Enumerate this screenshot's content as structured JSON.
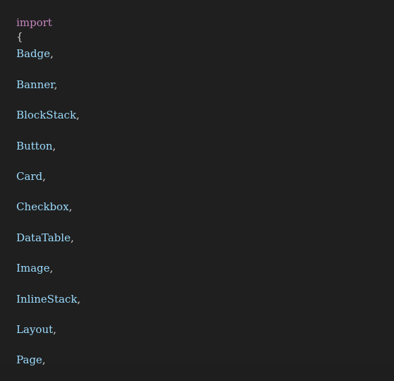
{
  "code": {
    "import_keyword": "import",
    "open_brace": "{",
    "comma": ",",
    "identifiers": [
      "Badge",
      "Banner",
      "BlockStack",
      "Button",
      "Card",
      "Checkbox",
      "DataTable",
      "Image",
      "InlineStack",
      "Layout",
      "Page"
    ]
  },
  "colors": {
    "background": "#1f1f1f",
    "keyword": "#c586c0",
    "identifier": "#9cdcfe",
    "punctuation": "#d4d4d4"
  }
}
